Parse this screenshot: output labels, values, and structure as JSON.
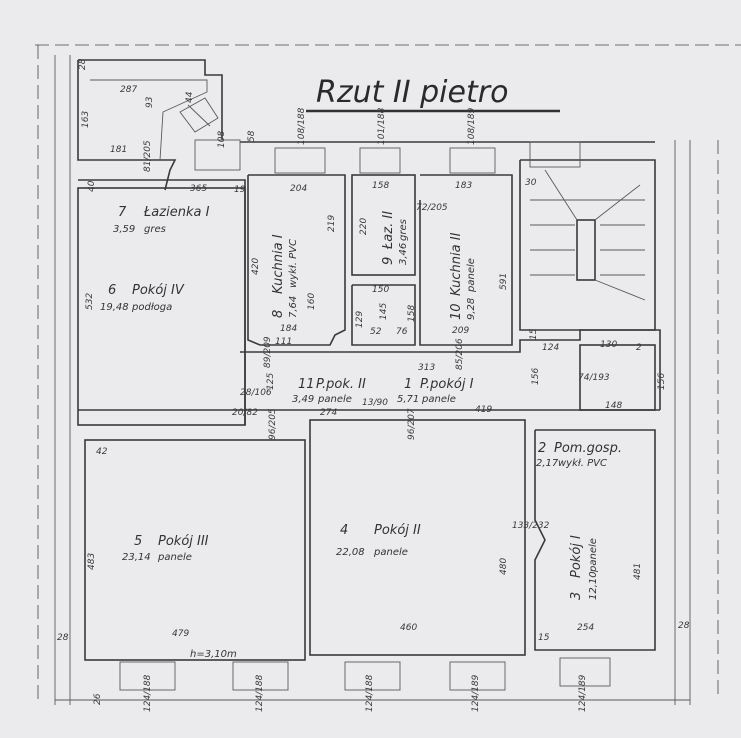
{
  "title": "Rzut II pietro",
  "rooms": [
    {
      "no": "7",
      "name": "Łazienka I",
      "area": "3,59",
      "floor": "gres"
    },
    {
      "no": "6",
      "name": "Pokój IV",
      "area": "19,48",
      "floor": "podłoga"
    },
    {
      "no": "8",
      "name": "Kuchnia I",
      "area": "7,64",
      "floor": "wykł. PVC"
    },
    {
      "no": "9",
      "name": "Łaz. II",
      "area": "3,46",
      "floor": "gres"
    },
    {
      "no": "10",
      "name": "Kuchnia II",
      "area": "9,28",
      "floor": "panele"
    },
    {
      "no": "11",
      "name": "P.pok. II",
      "area": "3,49",
      "floor": "panele"
    },
    {
      "no": "1",
      "name": "P.pokój I",
      "area": "5,71",
      "floor": "panele"
    },
    {
      "no": "2",
      "name": "Pom.gosp.",
      "area": "2,17",
      "floor": "wykł. PVC"
    },
    {
      "no": "3",
      "name": "Pokój I",
      "area": "12,10",
      "floor": "panele"
    },
    {
      "no": "5",
      "name": "Pokój III",
      "area": "23,14",
      "floor": "panele"
    },
    {
      "no": "4",
      "name": "Pokój II",
      "area": "22,08",
      "floor": "panele"
    }
  ],
  "height_note": "h=3,10m",
  "dims": [
    "28",
    "287",
    "93",
    "44",
    "163",
    "181",
    "81/205",
    "108",
    "58",
    "365",
    "40",
    "19",
    "204",
    "108/188",
    "101/188",
    "108/189",
    "158",
    "183",
    "30",
    "219",
    "220",
    "72/205",
    "591",
    "420",
    "160",
    "184",
    "111",
    "150",
    "129",
    "145",
    "158",
    "52",
    "76",
    "209",
    "532",
    "28/106",
    "125",
    "89/209",
    "13/90",
    "313",
    "85/206",
    "274",
    "419",
    "15",
    "74/193",
    "130",
    "156",
    "148",
    "124",
    "20/82",
    "96/205",
    "96/207",
    "42",
    "483",
    "479",
    "480",
    "460",
    "133/232",
    "481",
    "254",
    "15",
    "28",
    "28",
    "26",
    "124/188",
    "124/188",
    "124/188",
    "124/189",
    "124/189",
    "2",
    "156"
  ]
}
